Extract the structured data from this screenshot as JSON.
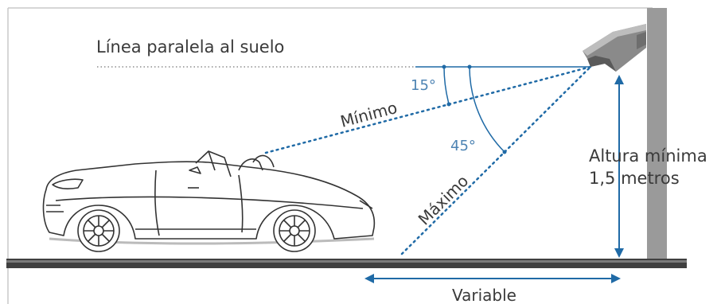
{
  "labels": {
    "parallel_line": "Línea paralela al suelo",
    "angle_min": "15°",
    "angle_max": "45°",
    "minimo": "Mínimo",
    "maximo": "Máximo",
    "height_line1": "Altura mínima",
    "height_line2": "1,5 metros",
    "variable": "Variable"
  },
  "colors": {
    "line_blue": "#1f6aa6",
    "angle_blue": "#4d83b3",
    "pillar": "#9a9a9a",
    "ground": "#3f3f3f",
    "car_outline": "#333333",
    "frame": "#bfbfbf"
  }
}
